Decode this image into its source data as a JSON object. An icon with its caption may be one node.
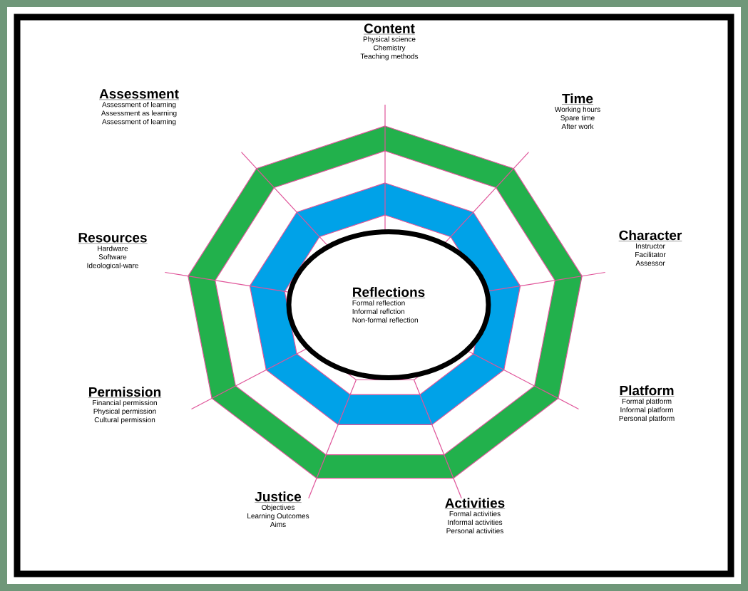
{
  "diagram": {
    "nodes": [
      {
        "text": [
          "Reflections",
          "Formal reflection",
          "Informal reflction",
          "Non-formal reflection"
        ]
      },
      {
        "text": [
          "Content",
          "Physical science",
          "Chemistry",
          "Teaching methods"
        ]
      },
      {
        "text": [
          "Time",
          "Working hours",
          "Spare time",
          "After work"
        ]
      },
      {
        "text": [
          "Character",
          "Instructor",
          "Facilitator",
          "Assessor"
        ]
      },
      {
        "text": [
          "Platform",
          "Formal platform",
          "Informal platform",
          "Personal platform"
        ]
      },
      {
        "text": [
          "Activities",
          "Formal activities",
          "Informal activities",
          "Personal activities"
        ]
      },
      {
        "text": [
          "Justice",
          "Objectives",
          "Learning Outcomes",
          "Aims"
        ]
      },
      {
        "text": [
          "Permission",
          "Financial permission",
          "Physical permission",
          "Cultural permission"
        ]
      },
      {
        "text": [
          "Resources",
          "Hardware",
          "Software",
          "Ideological-ware"
        ]
      },
      {
        "text": [
          "Assessment",
          "Assessment of learning",
          "Assessment as learning",
          "Assessment of learning"
        ]
      }
    ]
  }
}
